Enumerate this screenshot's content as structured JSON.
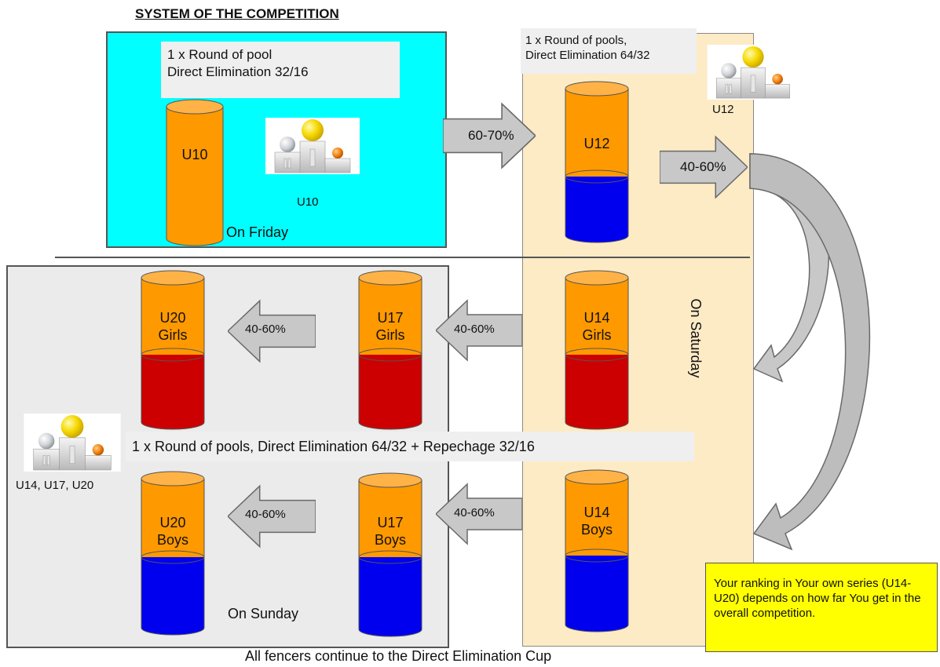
{
  "title": "SYSTEM OF THE COMPETITION",
  "friday": {
    "description": [
      "1 x Round of pool",
      "Direct Elimination 32/16"
    ],
    "day": "On Friday",
    "cylinder": "U10",
    "podium_label": "U10"
  },
  "saturday": {
    "description": [
      "1 x Round of pools,",
      "Direct Elimination 64/32"
    ],
    "day": "On Saturday",
    "podium_label": "U12",
    "u12": "U12",
    "u14_girls": [
      "U14",
      "Girls"
    ],
    "u14_boys": [
      "U14",
      "Boys"
    ]
  },
  "sunday": {
    "description": "1 x Round of pools, Direct Elimination 64/32 + Repechage 32/16",
    "day": "On Sunday",
    "podium_label": "U14, U17, U20",
    "u17_girls": [
      "U17",
      "Girls"
    ],
    "u20_girls": [
      "U20",
      "Girls"
    ],
    "u17_boys": [
      "U17",
      "Boys"
    ],
    "u20_boys": [
      "U20",
      "Boys"
    ]
  },
  "arrows": {
    "u10_to_u12": "60-70%",
    "u12_to_u14": "40-60%",
    "u14g_to_u17g": "40-60%",
    "u17g_to_u20g": "40-60%",
    "u14b_to_u17b": "40-60%",
    "u17b_to_u20b": "40-60%"
  },
  "note": "Your ranking in Your  own series (U14-U20) depends on how far You get in the overall competition.",
  "footer": "All fencers continue to the Direct Elimination Cup",
  "colors": {
    "orange": "#ff9900",
    "blue": "#0000ee",
    "red": "#cc0000",
    "cyan": "#00ffff",
    "tan": "#fdebc6",
    "note_yellow": "#ffff00"
  }
}
